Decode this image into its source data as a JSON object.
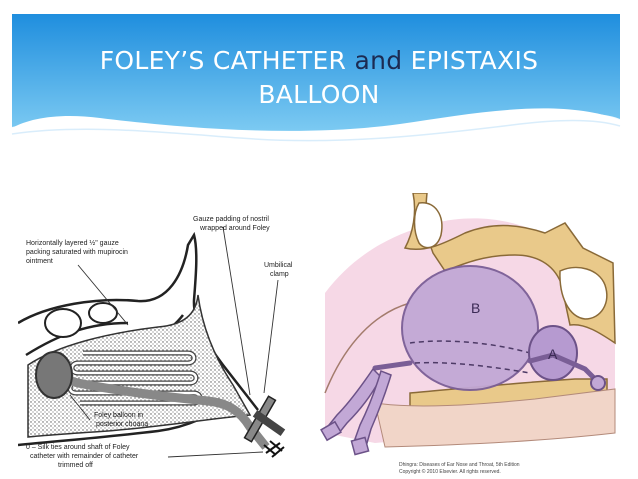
{
  "slide": {
    "title_part1": "FOLEY’S CATHETER",
    "title_and": "and",
    "title_part2": "EPISTAXIS",
    "title_line2": "BALLOON",
    "colors": {
      "header_top": "#1f8ede",
      "header_bottom": "#7ccaf2",
      "title_and": "#1c2b52"
    }
  },
  "left_figure": {
    "labels": {
      "gauze_top_1": "Gauze padding of nostril",
      "gauze_top_2": "wrapped around Foley",
      "packing_1": "Horizontally layered ½\" gauze",
      "packing_2": "packing saturated with mupirocin",
      "packing_3": "ointment",
      "clamp_1": "Umbilical",
      "clamp_2": "clamp",
      "balloon_1": "Foley balloon in",
      "balloon_2": "posterior choana",
      "ties_1": "0 – Silk ties around shaft of Foley",
      "ties_2": "catheter with remainder of catheter",
      "ties_3": "trimmed off"
    }
  },
  "right_figure": {
    "labels": {
      "b": "B",
      "a": "A",
      "credit_1": "Dhingra: Diseases of Ear Nose and Throat, 5th Edition",
      "credit_2": "Copyright © 2010 Elsevier. All rights reserved."
    }
  }
}
